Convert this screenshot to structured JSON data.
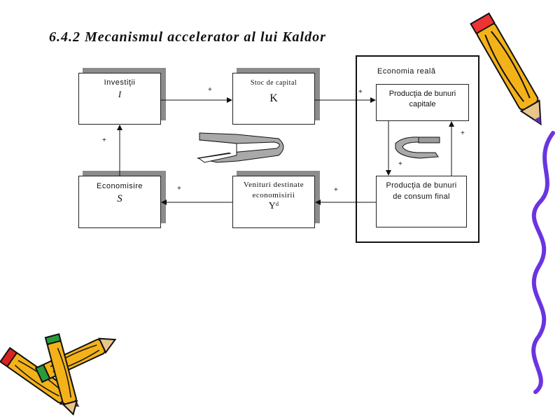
{
  "title": "6.4.2 Mecanismul accelerator al lui Kaldor",
  "region": {
    "label": "Economia reală"
  },
  "nodes": {
    "investitii": {
      "label": "Investiţii",
      "symbol": "I"
    },
    "stoc": {
      "label": "Stoc de capital",
      "symbol": "K"
    },
    "productie_capitale": {
      "label": "Producţia de bunuri capitale"
    },
    "productie_consum": {
      "label": "Producţia de bunuri de consum final"
    },
    "venituri": {
      "label": "Venituri destinate economisirii",
      "symbol": "Yᵈ"
    },
    "economisire": {
      "label": "Economisire",
      "symbol": "S"
    }
  },
  "signs": {
    "plus": "+"
  }
}
